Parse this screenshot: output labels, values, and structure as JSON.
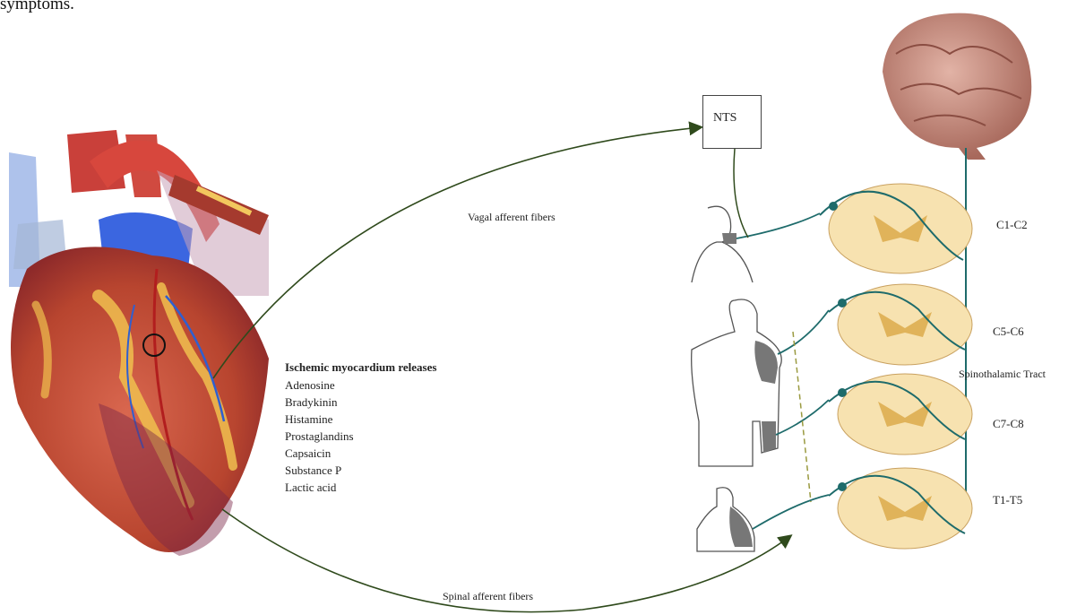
{
  "caption": "symptoms.",
  "nts_label": "NTS",
  "vagal_label": "Vagal afferent fibers",
  "spinal_label": "Spinal afferent fibers",
  "releases": {
    "title": "Ischemic myocardium releases",
    "items": [
      "Adenosine",
      "Bradykinin",
      "Histamine",
      "Prostaglandins",
      "Capsaicin",
      "Substance P",
      "Lactic acid"
    ]
  },
  "levels": [
    "C1-C2",
    "C5-C6",
    "C7-C8",
    "T1-T5"
  ],
  "tract_label": "Spinothalamic Tract",
  "colors": {
    "fiber": "#2f4a1c",
    "cord_outer": "#f7e2b0",
    "cord_inner": "#e0b35a",
    "nerve": "#1e6b6b",
    "heart": "#c8553d",
    "brain": "#c98f80",
    "skin_patch": "#777777"
  }
}
